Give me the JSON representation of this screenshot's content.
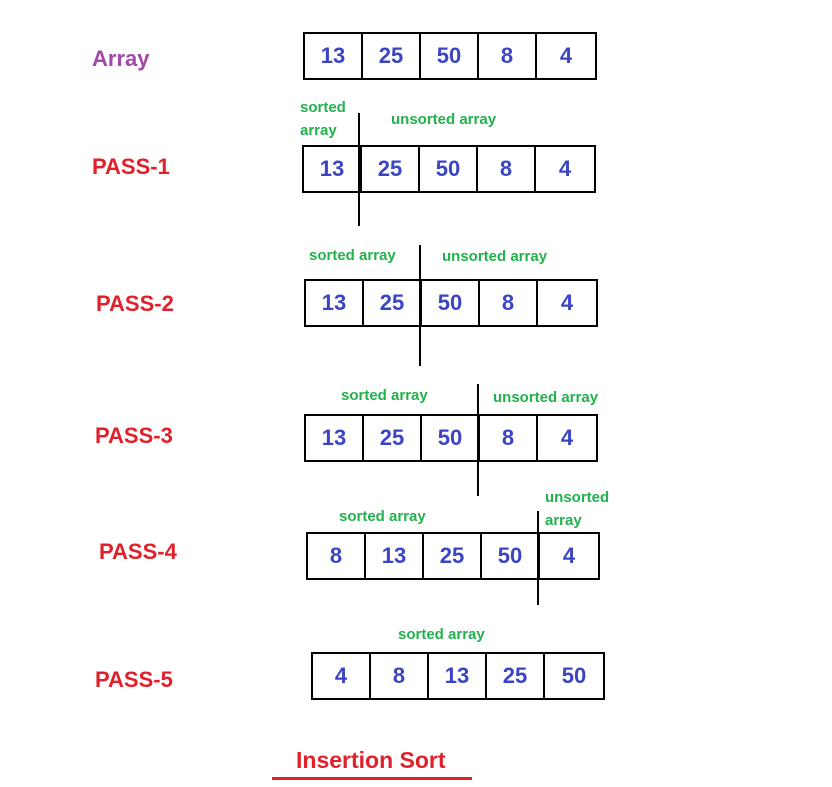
{
  "colors": {
    "array_label": "#a347a8",
    "pass_label": "#e0202a",
    "cell_value": "#3b45c4",
    "note": "#22b14c",
    "caption": "#e0202a"
  },
  "rows": [
    {
      "label": "Array",
      "values": [
        "13",
        "25",
        "50",
        "8",
        "4"
      ]
    },
    {
      "label": "PASS-1",
      "values": [
        "13",
        "25",
        "50",
        "8",
        "4"
      ],
      "sorted_note": "sorted\narray",
      "unsorted_note": "unsorted array"
    },
    {
      "label": "PASS-2",
      "values": [
        "13",
        "25",
        "50",
        "8",
        "4"
      ],
      "sorted_note": "sorted array",
      "unsorted_note": "unsorted array"
    },
    {
      "label": "PASS-3",
      "values": [
        "13",
        "25",
        "50",
        "8",
        "4"
      ],
      "sorted_note": "sorted array",
      "unsorted_note": "unsorted array"
    },
    {
      "label": "PASS-4",
      "values": [
        "8",
        "13",
        "25",
        "50",
        "4"
      ],
      "sorted_note": "sorted array",
      "unsorted_note": "unsorted\narray"
    },
    {
      "label": "PASS-5",
      "values": [
        "4",
        "8",
        "13",
        "25",
        "50"
      ],
      "sorted_note": "sorted array"
    }
  ],
  "caption": "Insertion Sort"
}
